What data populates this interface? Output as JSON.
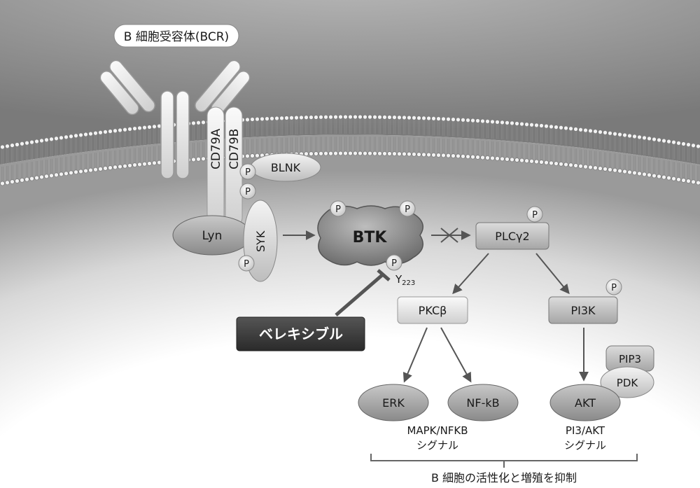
{
  "receptor_label": "B 細胞受容体(BCR)",
  "cd79a": "CD79A",
  "cd79b": "CD79B",
  "blnk": "BLNK",
  "lyn": "Lyn",
  "syk": "SYK",
  "btk": "BTK",
  "plc": "PLCγ2",
  "pkc": "PKCβ",
  "pi3k": "PI3K",
  "pip3": "PIP3",
  "pdk": "PDK",
  "erk": "ERK",
  "nfkb": "NF-kB",
  "akt": "AKT",
  "phospho": "P",
  "y223": "Y",
  "y223_sub": "223",
  "drug": "ベレキシブル",
  "mapk_line1": "MAPK/NFKB",
  "mapk_line2": "シグナル",
  "pi3akt_line1": "PI3/AKT",
  "pi3akt_line2": "シグナル",
  "outcome": "B 細胞の活性化と増殖を抑制"
}
